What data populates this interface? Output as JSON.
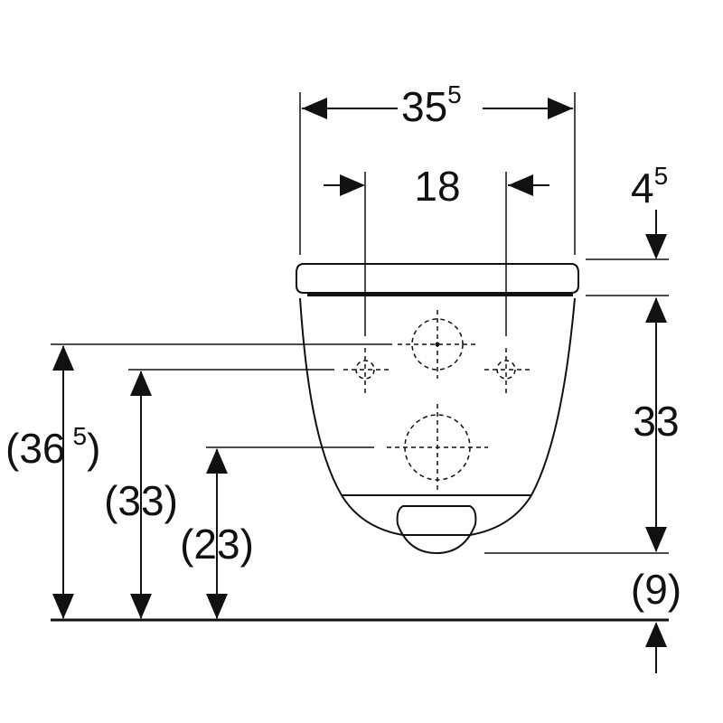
{
  "dimensions": {
    "overall_width": {
      "main": "35",
      "sup": "5"
    },
    "hole_spacing": "18",
    "seat_offset": {
      "main": "4",
      "sup": "5"
    },
    "bowl_height": "33",
    "bottom_gap": "(9)",
    "height_upper_hole": {
      "main": "(36",
      "sup": "5",
      "close": ")"
    },
    "height_side_holes": "(33)",
    "height_lower_hole": "(23)"
  },
  "colors": {
    "line": "#111111",
    "background": "#ffffff"
  }
}
